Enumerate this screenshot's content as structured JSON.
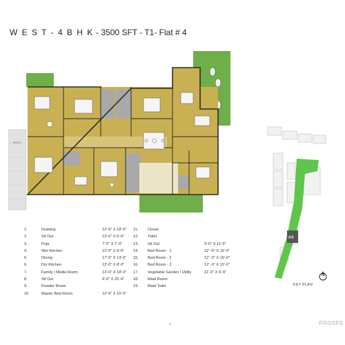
{
  "title": {
    "line1": "W E S T  -  4 B H K",
    "line2": " -  3500 SFT - T1- Flat # 4"
  },
  "plan": {
    "entry_label": "ENTRY"
  },
  "legend_left": [
    {
      "num": "1.",
      "name": "Drawing",
      "size": "12'-6\" X 18'-6\""
    },
    {
      "num": "2.",
      "name": "Sit Out",
      "size": "13'-6\" X 6'-6\""
    },
    {
      "num": "3.",
      "name": "Puja",
      "size": "7'-0\" X 7'-0\""
    },
    {
      "num": "4.",
      "name": "Wet Kitchen",
      "size": "12'-0\" X 9'-6\""
    },
    {
      "num": "5.",
      "name": "Dining",
      "size": "17'-0\" X 13'-6\""
    },
    {
      "num": "6.",
      "name": "Dry Kitchen",
      "size": "12'-0\" X 8'-0\""
    },
    {
      "num": "7.",
      "name": "Family / Media Room",
      "size": "13'-0\" X 18'-0\""
    },
    {
      "num": "8.",
      "name": "Sit Out",
      "size": "9'-0\" X 25'-6\""
    },
    {
      "num": "9.",
      "name": "Powder Room",
      "size": ""
    },
    {
      "num": "10.",
      "name": "Master Bed Room",
      "size": "12'-6\" X 16'-0\""
    }
  ],
  "legend_right": [
    {
      "num": "11.",
      "name": "Closet",
      "size": ""
    },
    {
      "num": "12.",
      "name": "Toilet",
      "size": ""
    },
    {
      "num": "13.",
      "name": "Sit Out",
      "size": "9'-0\" X 11'-6\""
    },
    {
      "num": "14.",
      "name": "Bed Room - 1",
      "size": "12' -6\" X 16'-0\""
    },
    {
      "num": "15.",
      "name": "Bed Room - 2",
      "size": "12' -0\" X 15'-0\""
    },
    {
      "num": "16.",
      "name": "Bed Room - 3",
      "size": "12' -0\" X 15'-0\""
    },
    {
      "num": "17.",
      "name": "Vegetable Garden / Utility",
      "size": "21'-0\" X 6'-6\""
    },
    {
      "num": "18.",
      "name": "Maid Room",
      "size": ""
    },
    {
      "num": "19.",
      "name": "Maid Toilet",
      "size": ""
    }
  ],
  "key_plan": {
    "label": "KEY PLAN",
    "unit_tag": "#4",
    "north": "N"
  },
  "page_number": "7",
  "brand": "PROSPE",
  "colors": {
    "floor": "#c9b153",
    "garden": "#6fae48",
    "wall": "#2b2b2b",
    "tile": "#a9a9a9",
    "keyplan_green": "#5ec64a"
  }
}
